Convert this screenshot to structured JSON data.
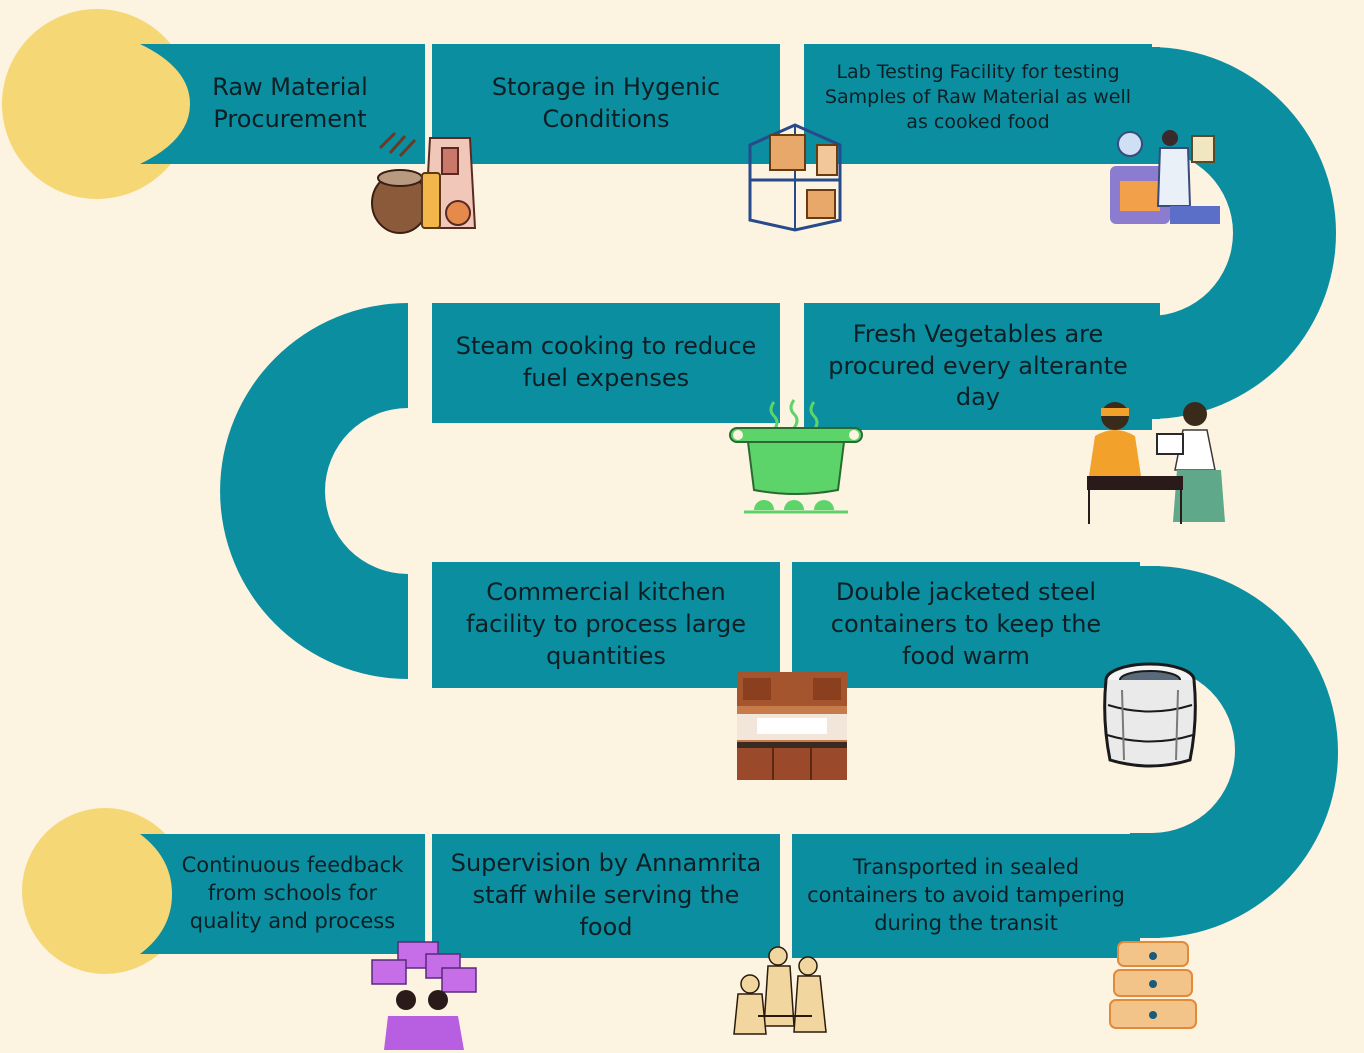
{
  "diagram": {
    "steps": [
      {
        "label": "Raw Material Procurement"
      },
      {
        "label": "Storage in Hygenic Conditions"
      },
      {
        "label": "Lab Testing Facility for testing Samples of Raw Material as well as cooked food"
      },
      {
        "label": "Fresh Vegetables are procured every alterante day"
      },
      {
        "label": "Steam cooking to reduce fuel expenses"
      },
      {
        "label": "Commercial kitchen facility to process large quantities"
      },
      {
        "label": "Double jacketed steel containers to keep the food warm"
      },
      {
        "label": "Transported in sealed containers to avoid tampering during the transit"
      },
      {
        "label": "Supervision by Annamrita staff while serving the food"
      },
      {
        "label": "Continuous feedback from schools for quality and process"
      }
    ],
    "colors": {
      "background": "#fdf3e1",
      "path": "#0b8ea0",
      "endpoint": "#f5d776",
      "pot": "#5cd46a"
    }
  }
}
